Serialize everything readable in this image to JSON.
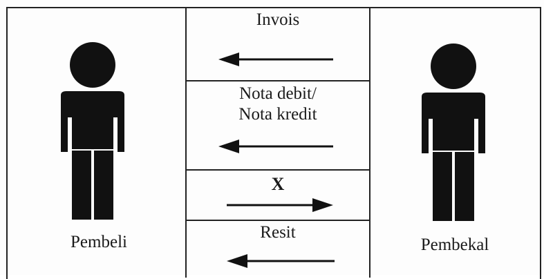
{
  "parties": {
    "buyer": "Pembeli",
    "supplier": "Pembekal"
  },
  "rows": [
    {
      "label": "Invois",
      "direction": "left"
    },
    {
      "label": "Nota debit/\nNota kredit",
      "direction": "left"
    },
    {
      "label": "X",
      "direction": "right"
    },
    {
      "label": "Resit",
      "direction": "left"
    }
  ],
  "colors": {
    "figure": "#111111",
    "line": "#222222"
  }
}
